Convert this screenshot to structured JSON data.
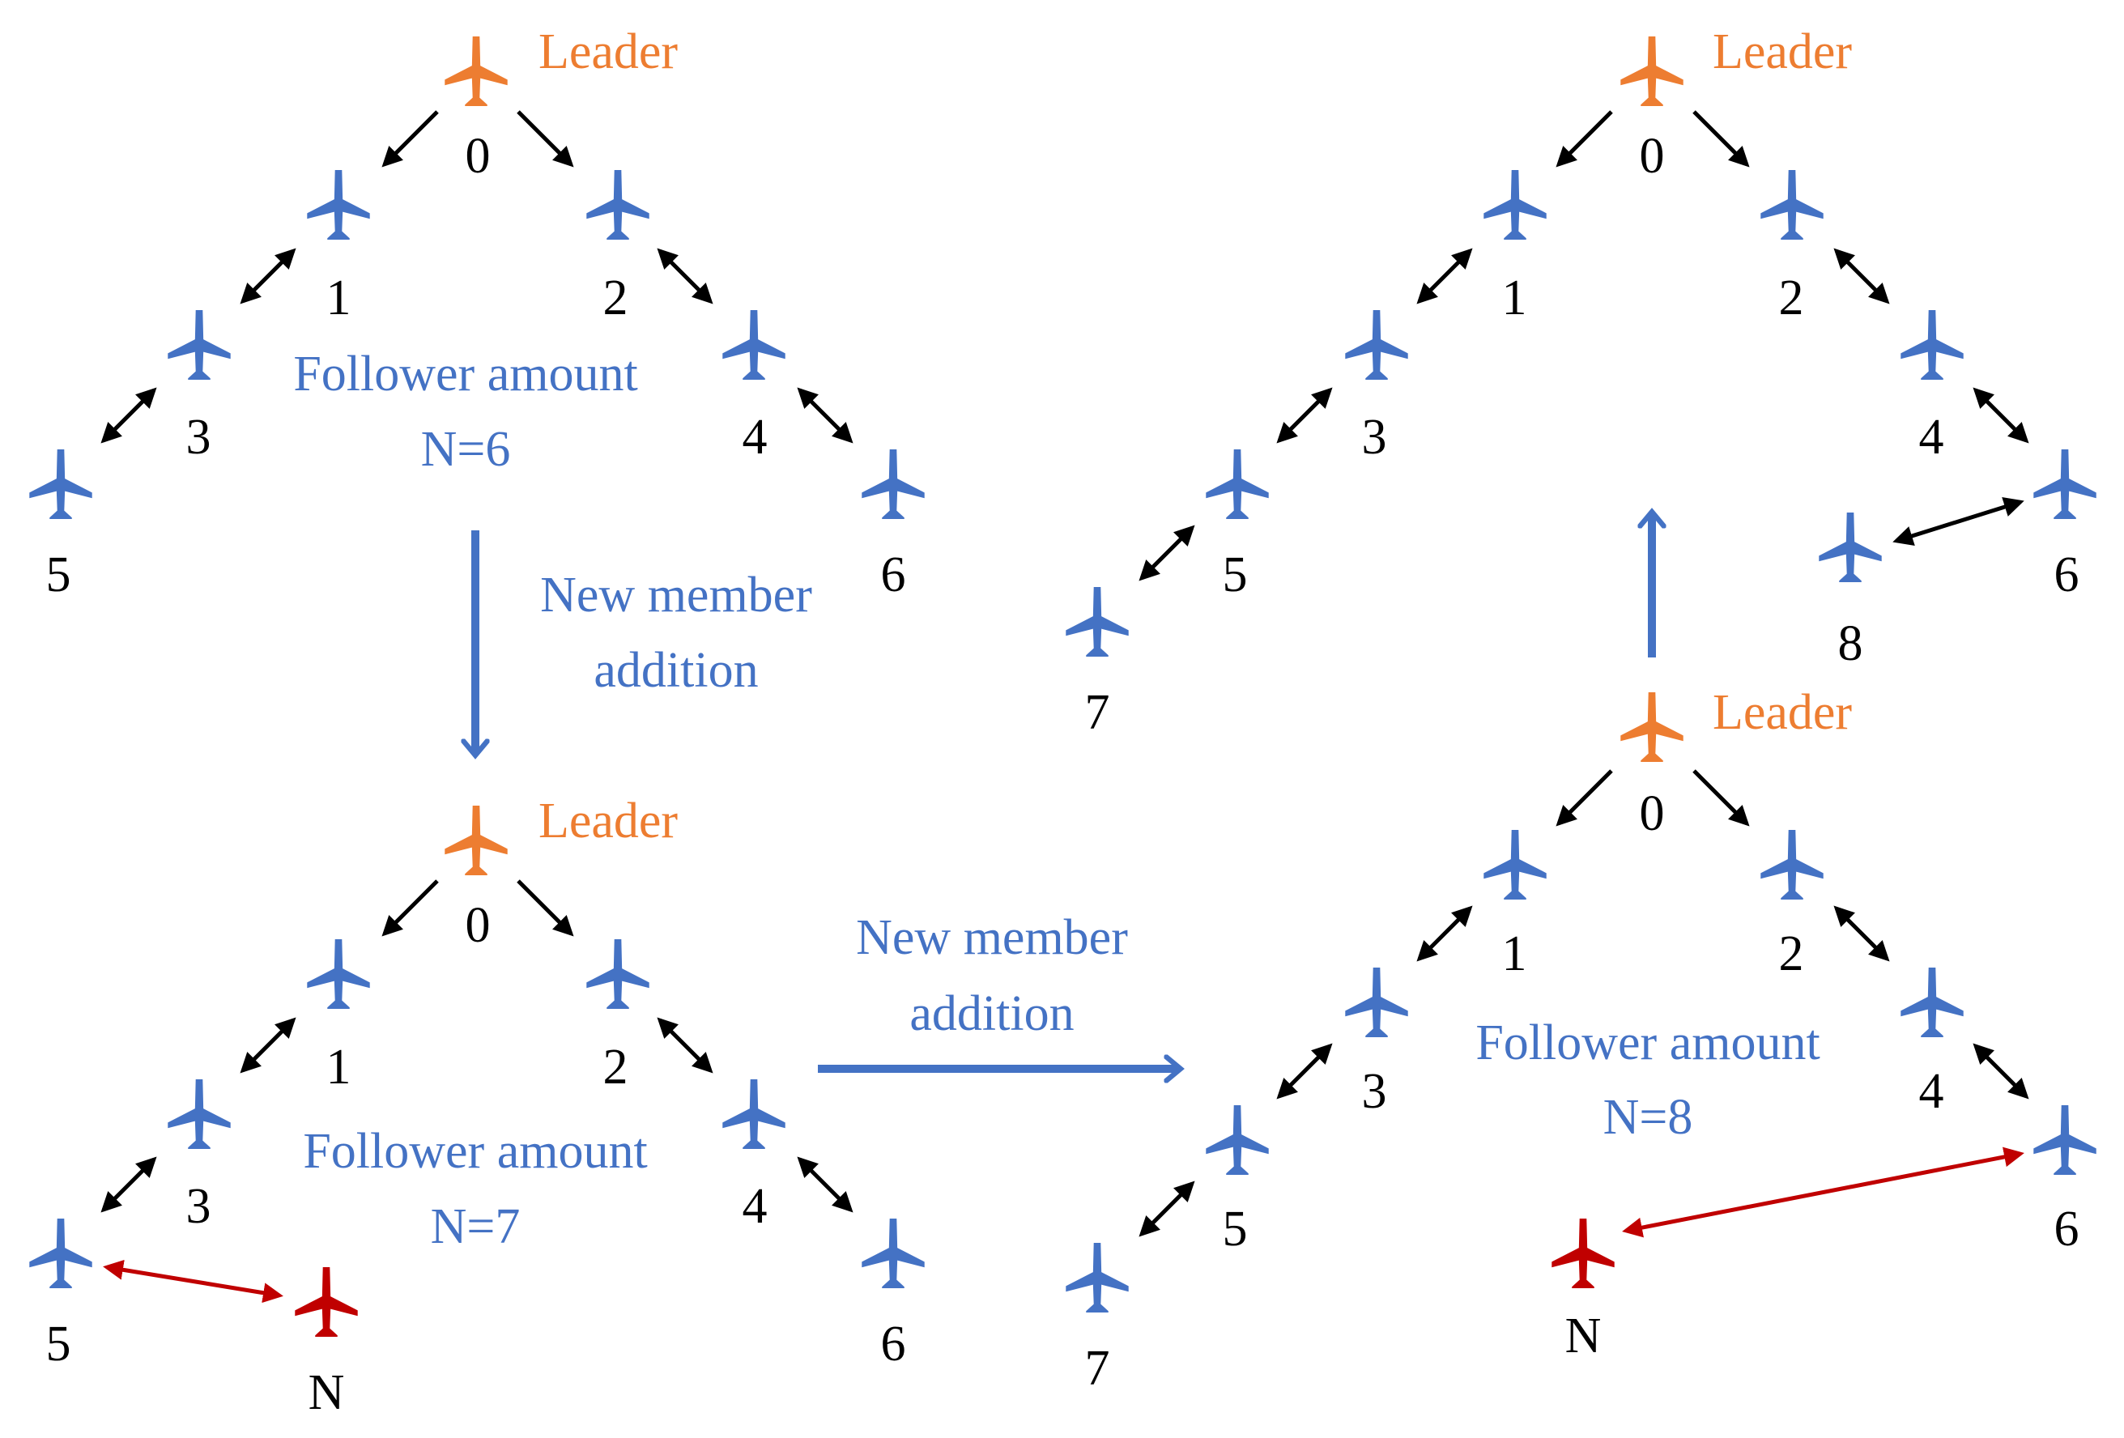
{
  "colors": {
    "leader": "#ED7D31",
    "follower": "#4472C4",
    "new_member": "#C00000",
    "link": "#000000",
    "new_link": "#C00000",
    "flow_arrow": "#4472C4",
    "background": "#FFFFFF"
  },
  "icons": {
    "leader": "airplane-icon",
    "follower": "airplane-icon",
    "new_member": "airplane-icon"
  },
  "labels": {
    "leader": "Leader",
    "new_member_addition_line1": "New member",
    "new_member_addition_line2": "addition",
    "follower_amount": "Follower amount"
  },
  "panels": {
    "top_left": {
      "follower_count_label": "N=6",
      "nodes": [
        "0",
        "1",
        "2",
        "3",
        "4",
        "5",
        "6"
      ]
    },
    "bottom_left": {
      "follower_count_label": "N=7",
      "nodes": [
        "0",
        "1",
        "2",
        "3",
        "4",
        "5",
        "6"
      ],
      "new_node_label": "N"
    },
    "bottom_right": {
      "follower_count_label": "N=8",
      "nodes": [
        "0",
        "1",
        "2",
        "3",
        "4",
        "5",
        "6",
        "7"
      ],
      "new_node_label": "N"
    },
    "top_right": {
      "nodes": [
        "0",
        "1",
        "2",
        "3",
        "4",
        "5",
        "6",
        "7",
        "8"
      ]
    }
  }
}
